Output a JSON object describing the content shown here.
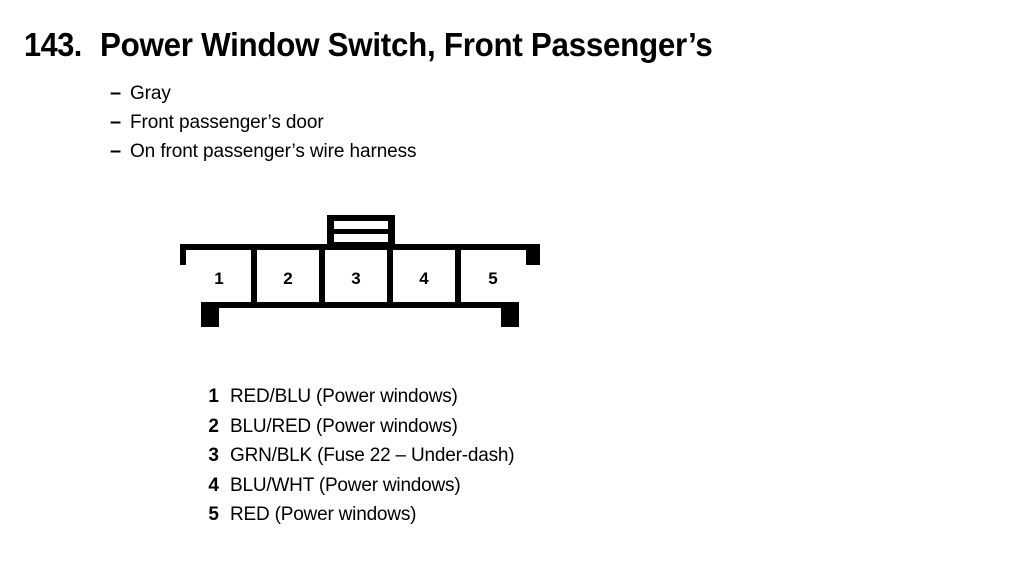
{
  "page": {
    "background_color": "#ffffff",
    "ink_color": "#000000"
  },
  "header": {
    "number": "143.",
    "title": "Power Window Switch, Front Passenger’s"
  },
  "attributes": {
    "bullet_marker": "–",
    "items": [
      {
        "label": "Gray"
      },
      {
        "label": "Front passenger’s door"
      },
      {
        "label": "On front passenger’s wire harness"
      }
    ]
  },
  "connector": {
    "name": "5-pin connector",
    "pin_count": 5,
    "cavity_labels": [
      "1",
      "2",
      "3",
      "4",
      "5"
    ],
    "has_top_locking_tab": true,
    "top_tab_slots": 2
  },
  "pinout": {
    "rows": [
      {
        "pin": "1",
        "description": "RED/BLU (Power windows)"
      },
      {
        "pin": "2",
        "description": "BLU/RED (Power windows)"
      },
      {
        "pin": "3",
        "description": "GRN/BLK (Fuse 22 – Under-dash)"
      },
      {
        "pin": "4",
        "description": "BLU/WHT (Power windows)"
      },
      {
        "pin": "5",
        "description": "RED (Power windows)"
      }
    ]
  }
}
